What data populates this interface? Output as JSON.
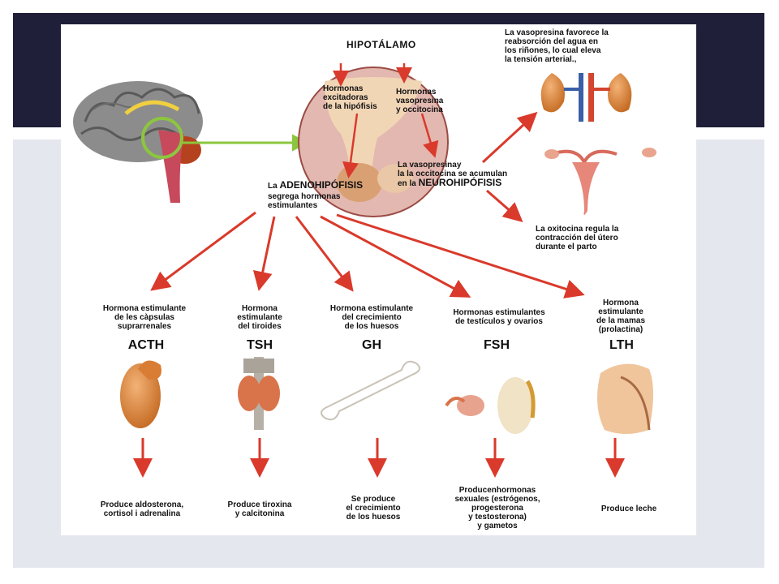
{
  "hypothalamus": {
    "title": "HIPOTÁLAMO",
    "excitatory": "Hormonas\nexcitadoras\nde la hipófisis",
    "vaso_oxy": "Hormonas\nvasopresina\ny occitocina",
    "accumulate_prefix": "La vasopresinay\nla la occitocina se acumulan\nen la ",
    "neuro": "NEUROHIPÓFISIS"
  },
  "adeno": {
    "prefix": "La ",
    "title": "ADENOHIPÓFISIS",
    "sub": "segrega hormonas\nestimulantes"
  },
  "vasopressin_note": "La vasopresina favorece la\nreabsorción del agua en\nlos riñones, lo cual eleva\nla tensión arterial.,",
  "oxytocin_note": "La oxitocina regula la\ncontracción  del útero\ndurante el parto",
  "hormones": [
    {
      "desc": "Hormona estimulante\nde les càpsulas\nsuprarrenales",
      "code": "ACTH",
      "effect": "Produce aldosterona,\ncortisol i adrenalina",
      "icon": "adrenal-gland-icon"
    },
    {
      "desc": "Hormona\nestimulante\ndel tiroides",
      "code": "TSH",
      "effect": "Produce tiroxina\ny calcitonina",
      "icon": "thyroid-icon"
    },
    {
      "desc": "Hormona estimulante\ndel crecimiento\nde los huesos",
      "code": "GH",
      "effect": "Se produce\nel crecimiento\nde los huesos",
      "icon": "bone-icon"
    },
    {
      "desc": "Hormonas estimulantes\nde testículos y ovarios",
      "code": "FSH",
      "effect": "Producenhormonas\nsexuales (estrógenos,\nprogesterona\ny testosterona)\ny gametos",
      "icon": "gonads-icon"
    },
    {
      "desc": "Hormona\nestimulante\nde la mamas\n(prolactina)",
      "code": "LTH",
      "effect": "Produce leche",
      "icon": "breast-icon"
    }
  ],
  "colors": {
    "arrow_red": "#d93a2b",
    "arrow_green": "#8cc63f",
    "slide_dark": "#1f1f3a",
    "slide_light": "#e5e7ee"
  }
}
